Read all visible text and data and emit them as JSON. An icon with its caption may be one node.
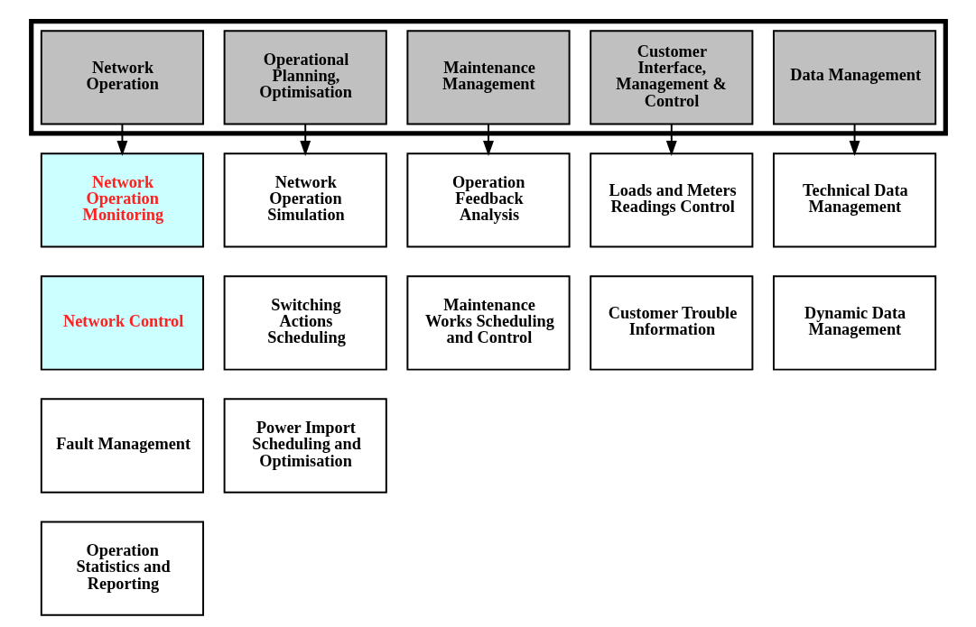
{
  "diagram": {
    "nodes": [
      {
        "text": [],
        "shape": "box"
      },
      {
        "text": [
          "Network Operation"
        ],
        "in": 0
      },
      {
        "text": [
          "Operational Planning, Optimisation"
        ],
        "in": 0
      },
      {
        "text": [
          "Maintenance Management"
        ],
        "in": 0
      },
      {
        "text": [
          "Customer Interface, Management & Control"
        ],
        "in": 0
      },
      {
        "text": [
          "Data Management"
        ],
        "in": 0
      },
      {
        "text": [
          "Network Operation Monitoring"
        ]
      },
      {
        "text": [
          "Network Operation Simulation"
        ]
      },
      {
        "text": [
          "Operation Feedback Analysis"
        ]
      },
      {
        "text": [
          "Loads and Meters Readings Control"
        ]
      },
      {
        "text": [
          "Technical Data Management"
        ]
      },
      {
        "text": [
          "Network Control"
        ]
      },
      {
        "text": [
          "Switching Actions Scheduling"
        ]
      },
      {
        "text": [
          "Maintenance Works Scheduling and Control"
        ]
      },
      {
        "text": [
          "Customer Trouble Information"
        ]
      },
      {
        "text": [
          "Dynamic Data Management"
        ]
      },
      {
        "text": [
          "Fault Management"
        ]
      },
      {
        "text": [
          "Power Import Scheduling and Optimisation"
        ]
      },
      {
        "text": [
          "Operation Statistics and Reporting"
        ]
      }
    ],
    "edges": [
      {
        "from": 1,
        "to": 6,
        "arrow": "to"
      },
      {
        "from": 2,
        "to": 7,
        "arrow": "to"
      },
      {
        "from": 3,
        "to": 8,
        "arrow": "to"
      },
      {
        "from": 4,
        "to": 9,
        "arrow": "to"
      },
      {
        "from": 5,
        "to": 10,
        "arrow": "to"
      }
    ]
  }
}
